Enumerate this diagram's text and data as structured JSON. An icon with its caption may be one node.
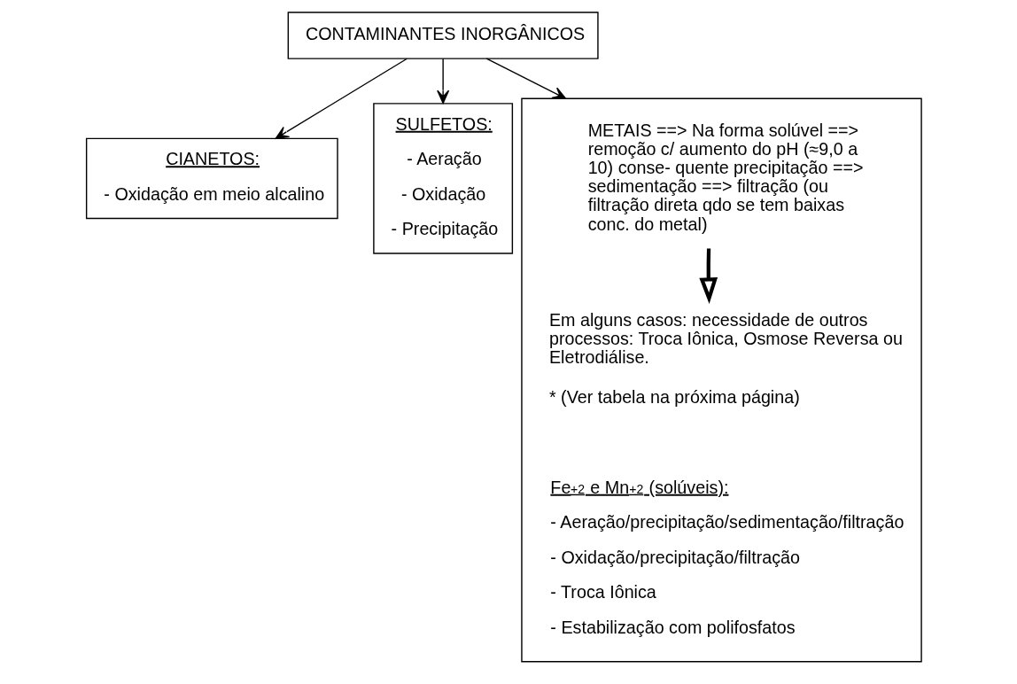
{
  "diagram": {
    "nodes": [
      {
        "text": [
          "CONTAMINANTES INORGÂNICOS"
        ]
      },
      {
        "text": [
          "CIANETOS:",
          "- Oxidação em meio alcalino"
        ]
      },
      {
        "text": [
          "SULFETOS:",
          "- Aeração",
          "- Oxidação",
          "- Precipitação"
        ]
      },
      {
        "text": [],
        "shape": "box"
      },
      {
        "text": [
          "METAIS ==> Na forma solúvel ==> remoção c/ aumento do pH (≈9,0 a 10) conse- quente precipitação ==> sedimentação ==> filtração (ou filtração direta qdo se tem baixas conc. do metal)"
        ],
        "in": 3
      },
      {
        "text": [
          "Em alguns casos: necessidade de outros processos: Troca Iônica, Osmose Reversa ou Eletrodiálise.",
          "* (Ver tabela na próxima página)"
        ],
        "in": 3
      },
      {
        "text": [
          "Fe$^{+2}$ e Mn$^{+2}$ (solúveis):",
          "- Aeração/precipitação/sedimentação/filtração",
          "- Oxidação/precipitação/filtração",
          "- Troca Iônica",
          "- Estabilização com polifosfatos"
        ],
        "in": 3
      }
    ],
    "edges": [
      {
        "from": 0,
        "to": 1,
        "arrow": "to"
      },
      {
        "from": 0,
        "to": 2,
        "arrow": "to"
      },
      {
        "from": 0,
        "to": 3,
        "arrow": "to"
      },
      {
        "from": 4,
        "to": 5,
        "arrow": "to",
        "style": "thick"
      }
    ]
  }
}
